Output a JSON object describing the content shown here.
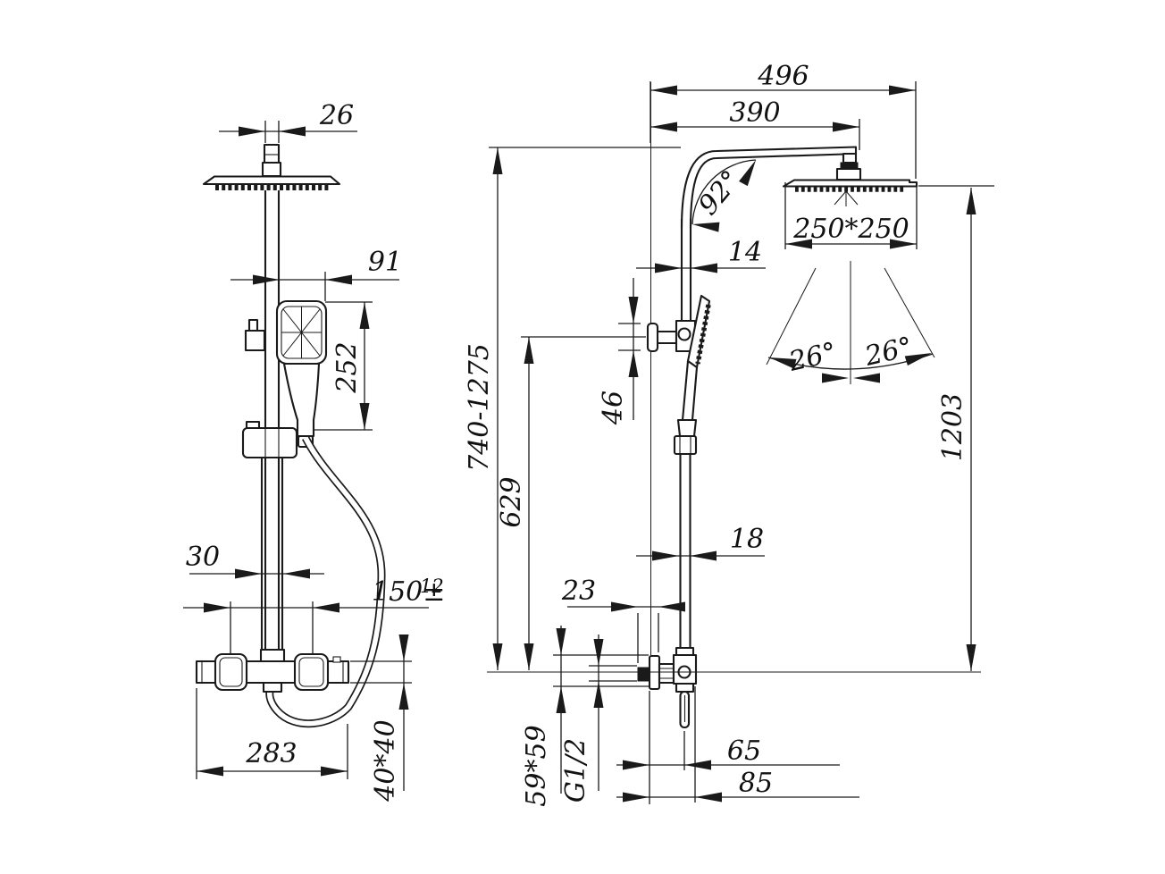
{
  "drawing_type": "shower-system-technical-drawing",
  "colors": {
    "ink": "#1a1a1a",
    "background": "#ffffff"
  },
  "front_view": {
    "dims": {
      "pipe_top_width": "26",
      "handshower_offset": "91",
      "handshower_length": "252",
      "pipe_lower_width": "30",
      "hose_outlet_spacing": "150±",
      "hose_outlet_tolerance": "12",
      "mixer_width": "283",
      "mixer_body_profile": "40*40"
    }
  },
  "side_view": {
    "dims": {
      "total_reach": "496",
      "arm_reach": "390",
      "arm_angle": "92°",
      "head_size": "250*250",
      "pipe_top_depth": "14",
      "holder_knob_height": "46",
      "spray_angle_left": "26°",
      "spray_angle_right": "26°",
      "riser_height_range": "740-1275",
      "holder_height": "629",
      "overall_height": "1203",
      "pipe_lower_depth": "18",
      "wall_stub_length": "23",
      "escutcheon_size": "59*59",
      "connection_thread": "G1/2",
      "wall_to_diverter": "65",
      "wall_to_body_front": "85"
    }
  }
}
